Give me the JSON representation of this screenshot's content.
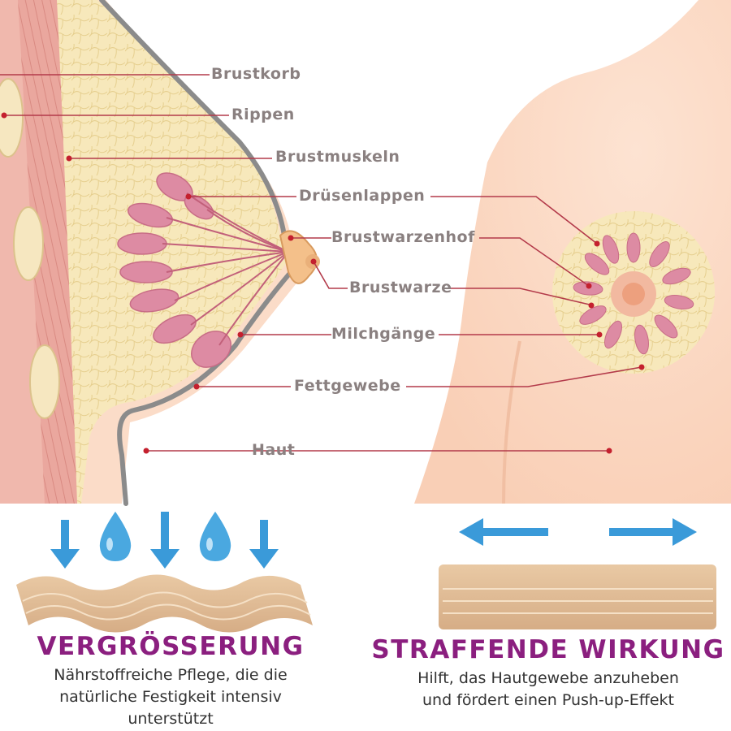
{
  "colors": {
    "heading": "#8b1f7f",
    "label_text": "#8a8080",
    "leader_line": "#b33a4a",
    "arrow": "#3a9ad9",
    "skin": "#fbd9c4",
    "fat": "#f6e6b4",
    "muscle": "#e9a39a",
    "lobule": "#d9788f"
  },
  "labels": {
    "brustkorb": "Brustkorb",
    "rippen": "Rippen",
    "brustmuskeln": "Brustmuskeln",
    "druesenlappen": "Drüsenlappen",
    "brustwarzenhof": "Brustwarzenhof",
    "brustwarze": "Brustwarze",
    "milchgaenge": "Milchgänge",
    "fettgewebe": "Fettgewebe",
    "haut": "Haut"
  },
  "features": [
    {
      "title": "VERGRÖSSERUNG",
      "lines": [
        "Nährstoffreiche Pflege, die die",
        "natürliche Festigkeit intensiv",
        "unterstützt"
      ],
      "icons": [
        "down-arrow-icon",
        "water-drop-icon",
        "down-arrow-icon",
        "water-drop-icon",
        "down-arrow-icon"
      ]
    },
    {
      "title": "STRAFFENDE WIRKUNG",
      "lines": [
        "Hilft, das Hautgewebe anzuheben",
        "und fördert einen Push-up-Effekt"
      ],
      "icons": [
        "left-arrow-icon",
        "right-arrow-icon"
      ]
    }
  ]
}
